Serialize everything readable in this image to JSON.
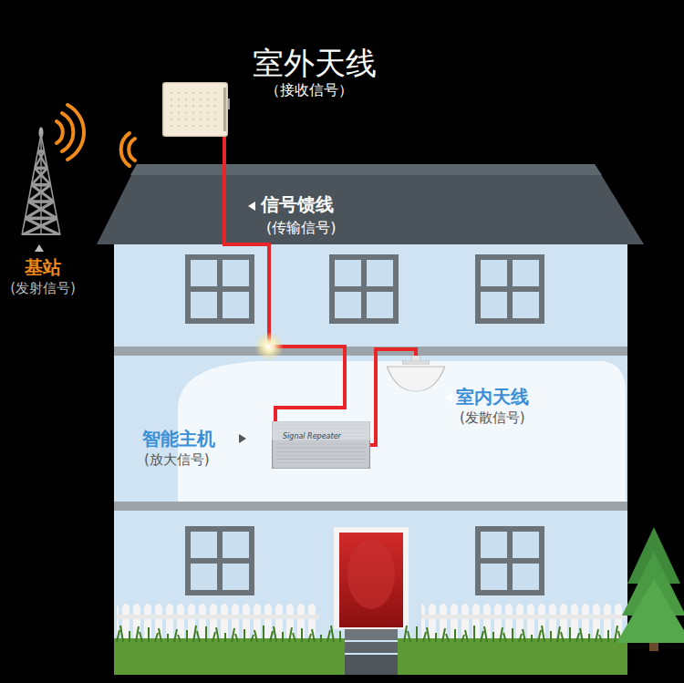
{
  "diagram": {
    "nodes": [
      {
        "text": [
          "基站",
          "(发射信号)"
        ]
      },
      {
        "text": [
          "室外天线",
          "（接收信号）"
        ]
      },
      {
        "text": [
          "智能主机",
          "(放大信号)",
          "Signal Repeater"
        ]
      },
      {
        "text": [
          "室内天线",
          "(发散信号)"
        ]
      }
    ],
    "edges": [
      {
        "from": 1,
        "to": 2,
        "arrow": "none"
      },
      {
        "from": 2,
        "to": 3,
        "arrow": "none"
      }
    ],
    "labels": [
      "信号馈线",
      "(传输信号)"
    ]
  }
}
